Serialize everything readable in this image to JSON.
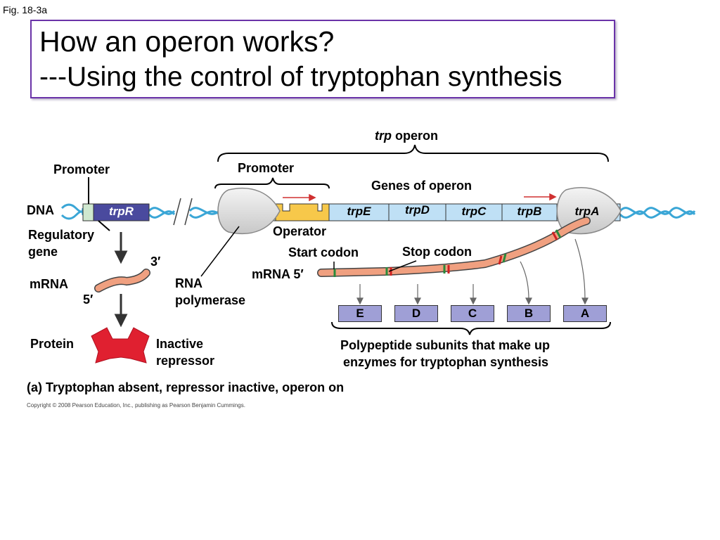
{
  "figure_label": "Fig. 18-3a",
  "title": {
    "line1": "How an operon  works?",
    "line2": " ---Using the control of tryptophan synthesis"
  },
  "labels": {
    "operon_italic": "trp",
    "operon_rest": " operon",
    "promoter_left": "Promoter",
    "promoter_right": "Promoter",
    "genes_of_operon": "Genes of operon",
    "dna": "DNA",
    "regulatory_gene_1": "Regulatory",
    "regulatory_gene_2": "gene",
    "operator": "Operator",
    "start_codon": "Start codon",
    "stop_codon": "Stop codon",
    "mrna_left": "mRNA",
    "mrna_right": "mRNA 5′",
    "three_prime": "3′",
    "five_prime": "5′",
    "rna_polymerase_1": "RNA",
    "rna_polymerase_2": "polymerase",
    "protein": "Protein",
    "inactive_repressor_1": "Inactive",
    "inactive_repressor_2": "repressor",
    "polypeptide_1": "Polypeptide subunits that make up",
    "polypeptide_2": "enzymes for tryptophan synthesis",
    "caption": "(a) Tryptophan absent, repressor inactive, operon on",
    "copyright": "Copyright © 2008 Pearson Education, Inc., publishing as Pearson Benjamin Cummings."
  },
  "genes": {
    "regulatory": "trpR",
    "operon": [
      "trpE",
      "trpD",
      "trpC",
      "trpB",
      "trpA"
    ]
  },
  "polypeptides": [
    "E",
    "D",
    "C",
    "B",
    "A"
  ],
  "colors": {
    "title_border": "#6a33a8",
    "dna_helix": "#3aa6d6",
    "regulatory_gene": "#4a4a9e",
    "operon_genes": "#bfe0f5",
    "promoter": "#cfe8cf",
    "operator": "#f7c84a",
    "mrna": "#f0a080",
    "codon_start": "#2a8a3a",
    "codon_stop": "#d02020",
    "repressor": "#e02030",
    "polypeptide_box": "#9f9fd6"
  }
}
